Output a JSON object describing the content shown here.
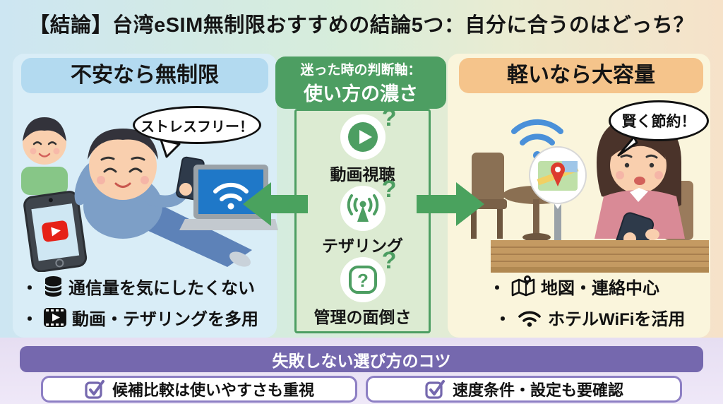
{
  "title": "【結論】台湾eSIM無制限おすすめの結論5つ：自分に合うのはどっち？",
  "left_panel": {
    "header": "不安なら無制限",
    "speech_bubble": "ストレスフリー！",
    "bullets": [
      {
        "marker": "・",
        "icon": "data-cylinder-icon",
        "text": "通信量を気にしたくない"
      },
      {
        "marker": "・",
        "icon": "video-icon",
        "text": "動画・テザリングを多用"
      }
    ]
  },
  "center": {
    "header_line1": "迷った時の判断軸：",
    "header_line2": "使い方の濃さ",
    "question_icon_glyph": "?",
    "items": [
      {
        "icon": "play-icon",
        "q": "?",
        "label": "動画視聴"
      },
      {
        "icon": "tethering-icon",
        "q": "?",
        "label": "テザリング"
      },
      {
        "icon": "question-icon",
        "q": "?",
        "label": "管理の面倒さ"
      }
    ]
  },
  "right_panel": {
    "header": "軽いなら大容量",
    "speech_bubble": "賢く節約！",
    "bullets": [
      {
        "marker": "・",
        "icon": "map-icon",
        "text": "地図・連絡中心"
      },
      {
        "marker": "・",
        "icon": "wifi-icon",
        "text": "ホテルWiFiを活用"
      }
    ]
  },
  "footer": {
    "bar": "失敗しない選び方のコツ",
    "boxes": [
      {
        "icon": "checkbox-icon",
        "text": "候補比較は使いやすさも重視"
      },
      {
        "icon": "checkbox-icon",
        "text": "速度条件・設定も要確認"
      }
    ]
  },
  "colors": {
    "accent_green": "#4d9e62",
    "light_green_panel": "#dcebd2",
    "blue_panel": "#d9edf7",
    "blue_header": "#b3daf0",
    "cream_panel": "#faf5dc",
    "orange_header": "#f5c48b",
    "arrow_green": "#4aa25e",
    "purple_bar": "#7568ae",
    "lavender_bg": "#e6def2",
    "text": "#111111"
  }
}
